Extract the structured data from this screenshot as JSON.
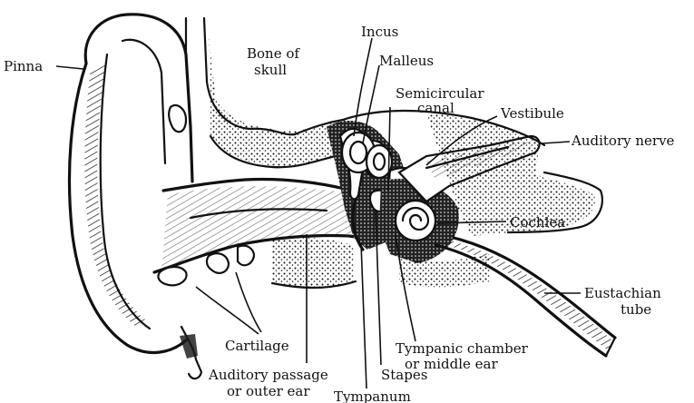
{
  "labels": {
    "pinna": "Pinna",
    "bone_of_skull_1": "Bone of",
    "bone_of_skull_2": "skull",
    "incus": "Incus",
    "malleus": "Malleus",
    "semicircular_1": "Semicircular",
    "semicircular_2": "canal",
    "vestibule": "Vestibule",
    "auditory_nerve": "Auditory nerve",
    "cochlea": "Cochlea",
    "eustachian_1": "Eustachian",
    "eustachian_2": "tube",
    "cartilage": "Cartilage",
    "auditory_passage_1": "Auditory passage",
    "auditory_passage_2": "or outer ear",
    "tympanum": "Tympanum",
    "stapes": "Stapes",
    "tympanic_1": "Tympanic chamber",
    "tympanic_2": "or middle ear"
  }
}
